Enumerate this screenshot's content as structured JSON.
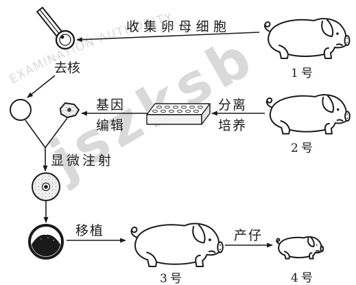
{
  "watermark": {
    "main": "jszksb",
    "arc": "EXAMINATION AUTHORITY"
  },
  "steps": {
    "collect_oocytes": "收集卵母细胞",
    "enucleate": "去核",
    "gene_edit": [
      "基因",
      "编辑"
    ],
    "isolate_culture": [
      "分离",
      "培养"
    ],
    "microinjection": "显微注射",
    "transplant": "移植",
    "give_birth": "产仔"
  },
  "pigs": [
    {
      "label": "1号"
    },
    {
      "label": "2号"
    },
    {
      "label": "3号"
    },
    {
      "label": "4号"
    }
  ],
  "colors": {
    "ink": "#1a1a1a",
    "watermark": "#d9d9d9",
    "paper": "#ffffff"
  }
}
